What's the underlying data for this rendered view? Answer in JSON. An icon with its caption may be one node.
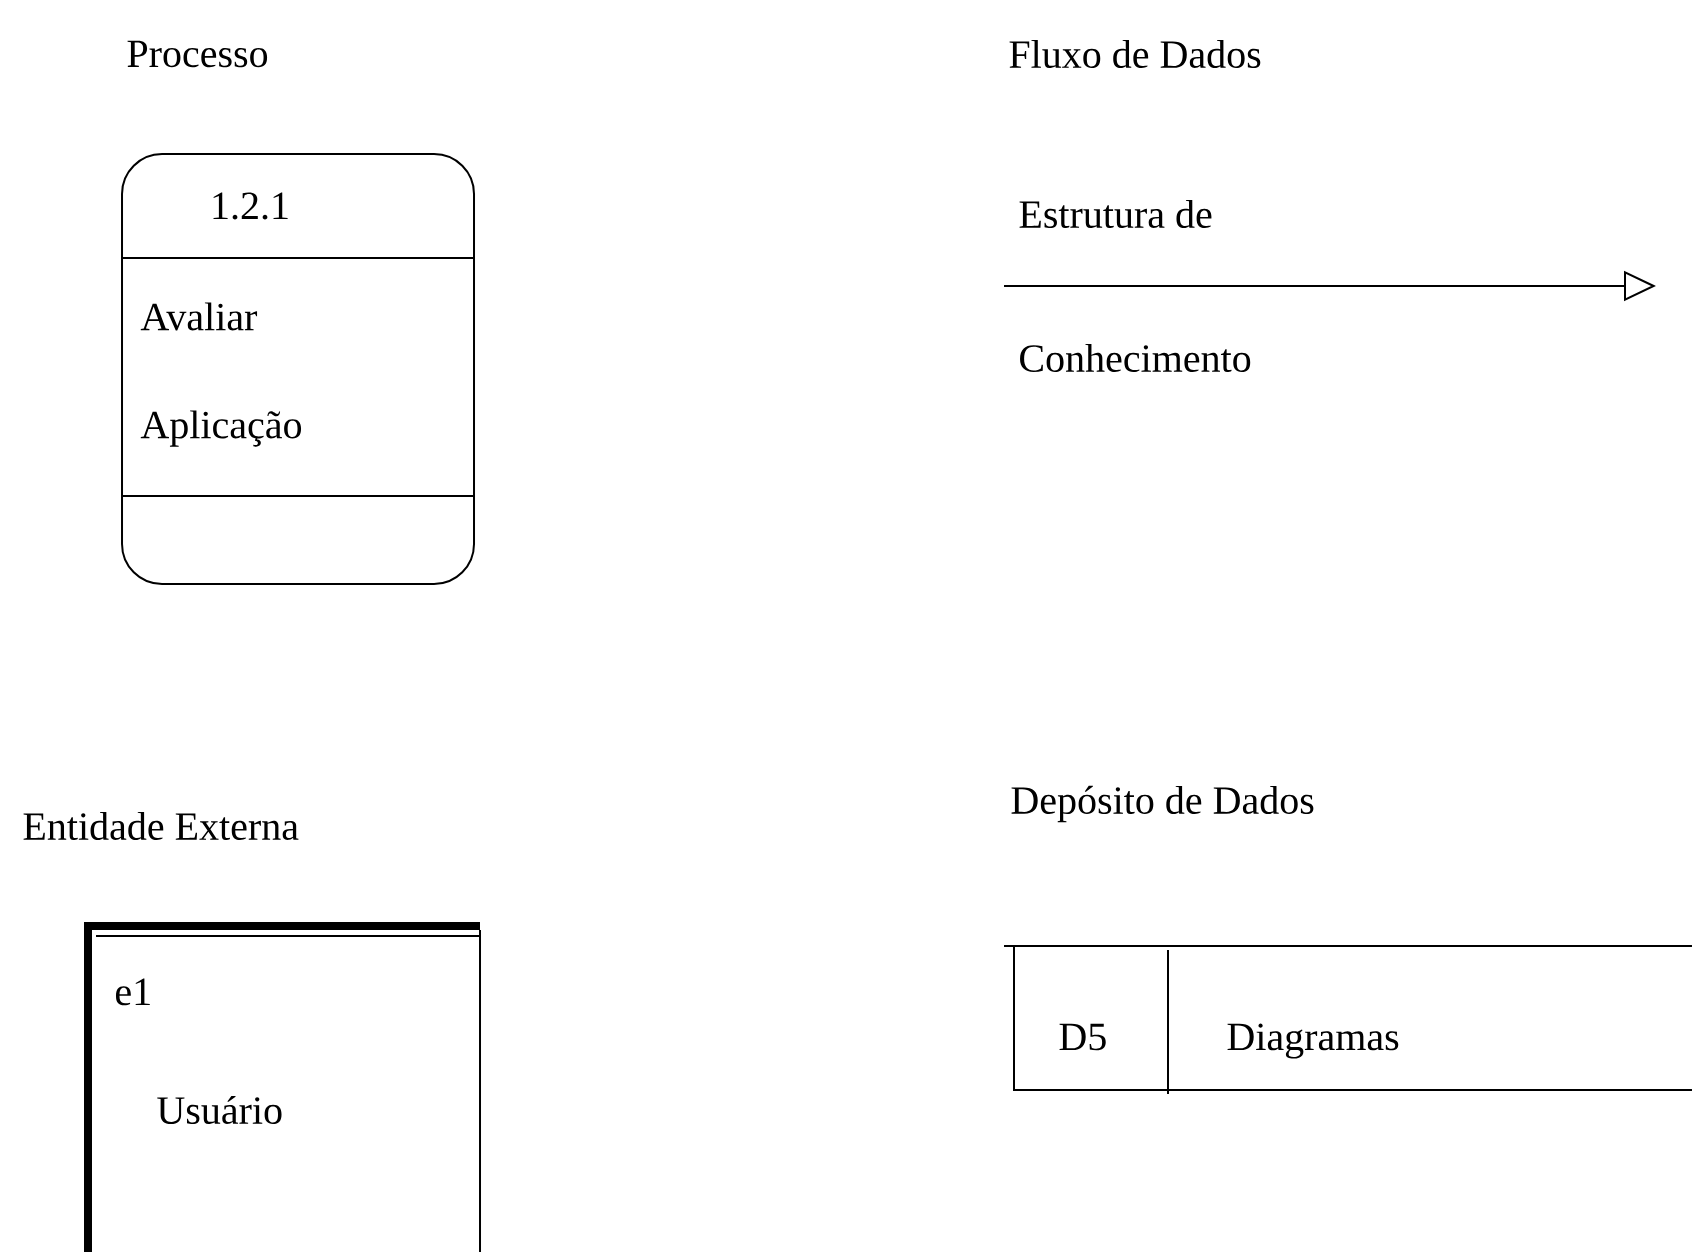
{
  "diagram": {
    "nodes": [
      {
        "text": [
          "1.2.1",
          "Avaliar Aplicação"
        ]
      },
      {
        "text": [
          "e1",
          "Usuário"
        ]
      },
      {
        "text": [
          "D5",
          "Diagramas"
        ]
      }
    ],
    "labels": [
      "Processo",
      "Fluxo de Dados",
      "Estrutura de Conhecimento",
      "Entidade Externa",
      "Depósito de Dados"
    ]
  }
}
